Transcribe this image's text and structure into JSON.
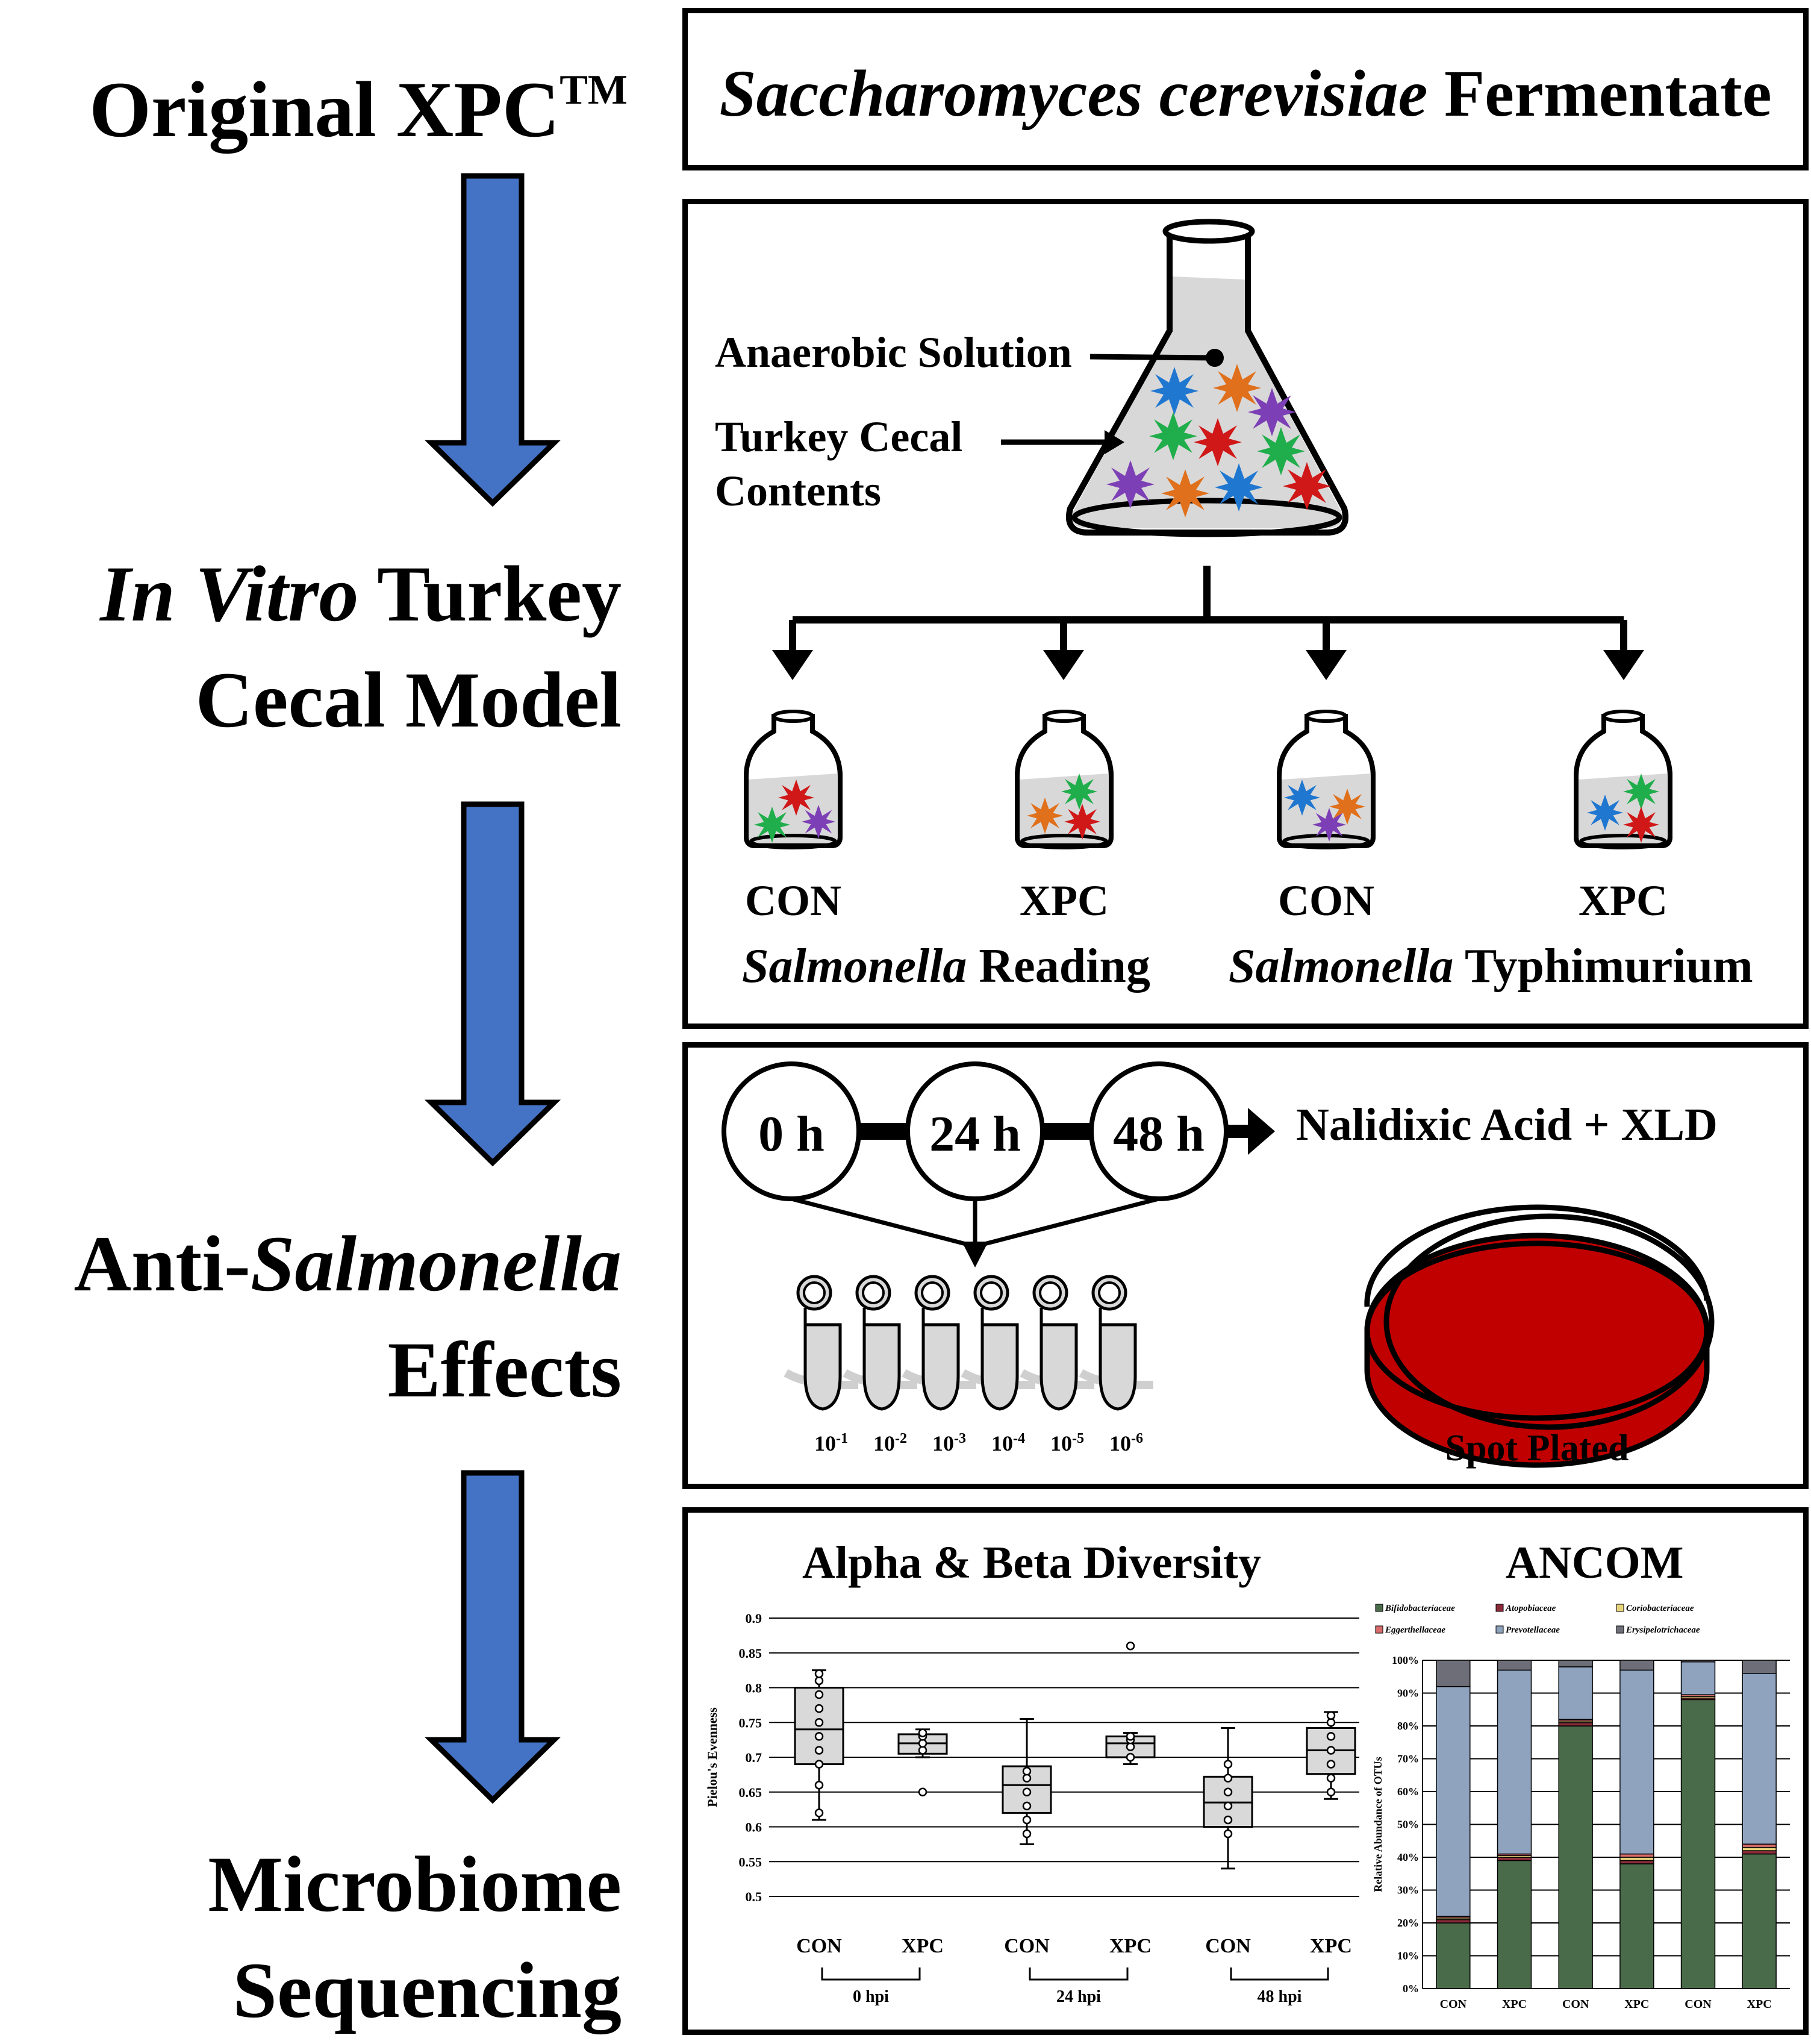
{
  "left": {
    "stage1": {
      "text": "Original XPC",
      "tm": "TM"
    },
    "stage2": {
      "line1_ital": "In Vitro",
      "line1_rest": " Turkey",
      "line2": "Cecal Model"
    },
    "stage3": {
      "line1_pre": "Anti-",
      "line1_ital": "Salmonella",
      "line2": "Effects"
    },
    "stage4": {
      "line1": "Microbiome",
      "line2": "Sequencing"
    }
  },
  "box1": {
    "title_ital": "Saccharomyces cerevisiae",
    "title_rest": " Fermentate"
  },
  "box2": {
    "label_solution": "Anaerobic Solution",
    "label_cecal_1": "Turkey Cecal",
    "label_cecal_2": "Contents",
    "bottles": [
      {
        "label": "CON"
      },
      {
        "label": "XPC"
      },
      {
        "label": "CON"
      },
      {
        "label": "XPC"
      }
    ],
    "strain1_ital": "Salmonella",
    "strain1_rest": " Reading",
    "strain2_ital": "Salmonella",
    "strain2_rest": " Typhimurium",
    "colors": {
      "blue": "#1f77d0",
      "orange": "#e0701c",
      "purple": "#7d3fb5",
      "green": "#1fae4b",
      "red": "#d01818",
      "flask": "#d8d8d8"
    }
  },
  "box3": {
    "times": [
      "0 h",
      "24 h",
      "48 h"
    ],
    "media": "Nalidixic Acid + XLD",
    "dilutions": [
      "10-1",
      "10-2",
      "10-3",
      "10-4",
      "10-5",
      "10-6"
    ],
    "dilution_base": "10",
    "dilution_exps": [
      "-1",
      "-2",
      "-3",
      "-4",
      "-5",
      "-6"
    ],
    "plate_label": "Spot Plated",
    "plate_color": "#c00000"
  },
  "box4": {
    "title_left": "Alpha & Beta Diversity",
    "title_right": "ANCOM"
  },
  "chart_data": [
    {
      "type": "box",
      "ylabel": "Pielou's Evenness",
      "ylim": [
        0.5,
        0.9
      ],
      "yticks": [
        "0.9",
        "0.85",
        "0.8",
        "0.75",
        "0.7",
        "0.65",
        "0.6",
        "0.55",
        "0.5"
      ],
      "categories": [
        "CON",
        "XPC",
        "CON",
        "XPC",
        "CON",
        "XPC"
      ],
      "groups": [
        "0 hpi",
        "24 hpi",
        "48 hpi"
      ],
      "boxes": [
        {
          "min": 0.61,
          "q1": 0.69,
          "median": 0.74,
          "q3": 0.8,
          "max": 0.825,
          "points": [
            0.62,
            0.66,
            0.69,
            0.71,
            0.73,
            0.75,
            0.77,
            0.79,
            0.81,
            0.82
          ]
        },
        {
          "min": 0.7,
          "q1": 0.705,
          "median": 0.72,
          "q3": 0.733,
          "max": 0.74,
          "points": [
            0.65,
            0.71,
            0.72,
            0.73,
            0.735
          ]
        },
        {
          "min": 0.575,
          "q1": 0.62,
          "median": 0.66,
          "q3": 0.687,
          "max": 0.755,
          "points": [
            0.59,
            0.61,
            0.63,
            0.65,
            0.67,
            0.68
          ]
        },
        {
          "min": 0.69,
          "q1": 0.7,
          "median": 0.72,
          "q3": 0.73,
          "max": 0.735,
          "points": [
            0.86,
            0.7,
            0.715,
            0.725,
            0.73
          ]
        },
        {
          "min": 0.54,
          "q1": 0.6,
          "median": 0.635,
          "q3": 0.672,
          "max": 0.742,
          "points": [
            0.59,
            0.61,
            0.63,
            0.65,
            0.67,
            0.69
          ]
        },
        {
          "min": 0.64,
          "q1": 0.676,
          "median": 0.71,
          "q3": 0.742,
          "max": 0.765,
          "points": [
            0.65,
            0.67,
            0.69,
            0.71,
            0.73,
            0.75,
            0.76
          ]
        }
      ]
    },
    {
      "type": "bar",
      "stacked": true,
      "ylabel": "Relative Abundance of OTUs",
      "ylim": [
        0,
        100
      ],
      "yticks": [
        "100%",
        "90%",
        "80%",
        "70%",
        "60%",
        "50%",
        "40%",
        "30%",
        "20%",
        "10%",
        "0%"
      ],
      "categories": [
        "CON",
        "XPC",
        "CON",
        "XPC",
        "CON",
        "XPC"
      ],
      "series": [
        {
          "name": "Bifidobacteriaceae",
          "color": "#4a6b4a",
          "values": [
            20,
            39,
            80,
            38,
            88,
            41
          ]
        },
        {
          "name": "Atopobiaceae",
          "color": "#8b2b3a",
          "values": [
            1,
            1,
            1,
            1,
            0.5,
            1
          ]
        },
        {
          "name": "Coriobacteriaceae",
          "color": "#e6d37a",
          "values": [
            0.5,
            0.5,
            0.5,
            1,
            0.5,
            1
          ]
        },
        {
          "name": "Eggerthellaceae",
          "color": "#d86b6b",
          "values": [
            0.5,
            0.5,
            0.5,
            1,
            0.5,
            1
          ]
        },
        {
          "name": "Prevotellaceae",
          "color": "#8fa3bf",
          "values": [
            70,
            56,
            16,
            56,
            10,
            52
          ]
        },
        {
          "name": "Erysipelotrichaceae",
          "color": "#6e6e78",
          "values": [
            8,
            3,
            2,
            3,
            0.5,
            4
          ]
        }
      ]
    }
  ]
}
